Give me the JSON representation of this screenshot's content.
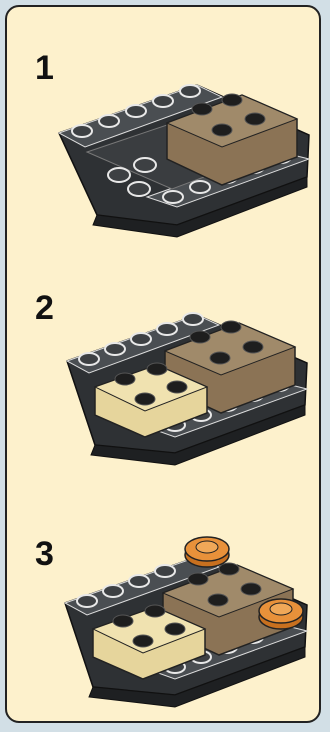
{
  "steps": [
    {
      "number": "1"
    },
    {
      "number": "2"
    },
    {
      "number": "3"
    }
  ],
  "colors": {
    "background": "#fdf1cc",
    "outer": "#d2dfe6",
    "dark_gray_brick": "#3d4043",
    "stud_outline": "#e8e8e8",
    "dark_tan_brick": "#8b7355",
    "tan_brick": "#e6d59c",
    "orange_round": "#e8913a"
  }
}
